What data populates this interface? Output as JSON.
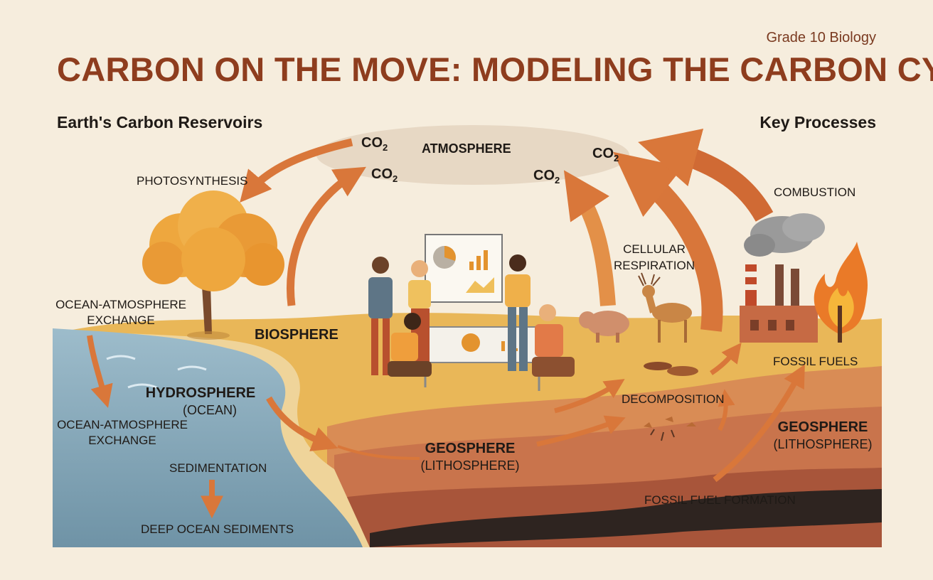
{
  "header": {
    "grade": "Grade 10 Biology",
    "title": "CARBON ON THE MOVE: MODELING THE CARBON CYCLE",
    "left_heading": "Earth's Carbon Reservoirs",
    "right_heading": "Key Processes"
  },
  "reservoirs": {
    "atmosphere": "ATMOSPHERE",
    "biosphere": "BIOSPHERE",
    "hydrosphere": "HYDROSPHERE",
    "hydrosphere_sub": "(OCEAN)",
    "geosphere_center": "GEOSPHERE",
    "geosphere_center_sub": "(LITHOSPHERE)",
    "geosphere_right": "GEOSPHERE",
    "geosphere_right_sub": "(LITHOSPHERE)",
    "deep_sediments": "DEEP OCEAN SEDIMENTS",
    "fossil_fuels": "FOSSIL FUELS"
  },
  "processes": {
    "photosynthesis": "PHOTOSYNTHESIS",
    "exchange_upper_1": "OCEAN-ATMOSPHERE",
    "exchange_upper_2": "EXCHANGE",
    "exchange_lower_1": "OCEAN-ATMOSPHERE",
    "exchange_lower_2": "EXCHANGE",
    "sedimentation": "SEDIMENTATION",
    "cellular_respiration_1": "CELLULAR",
    "cellular_respiration_2": "RESPIRATION",
    "combustion": "COMBUSTION",
    "decomposition": "DECOMPOSITION",
    "fossil_fuel_formation": "FOSSIL FUEL FORMATION"
  },
  "co2": {
    "base": "CO",
    "sub": "2"
  },
  "colors": {
    "background": "#f6eddd",
    "title": "#8e3d1e",
    "arrow": "#d9773a",
    "ocean": "#8fb0c0",
    "land": "#e9b758",
    "soil": "#c9744c",
    "fossil": "#2e2420"
  }
}
